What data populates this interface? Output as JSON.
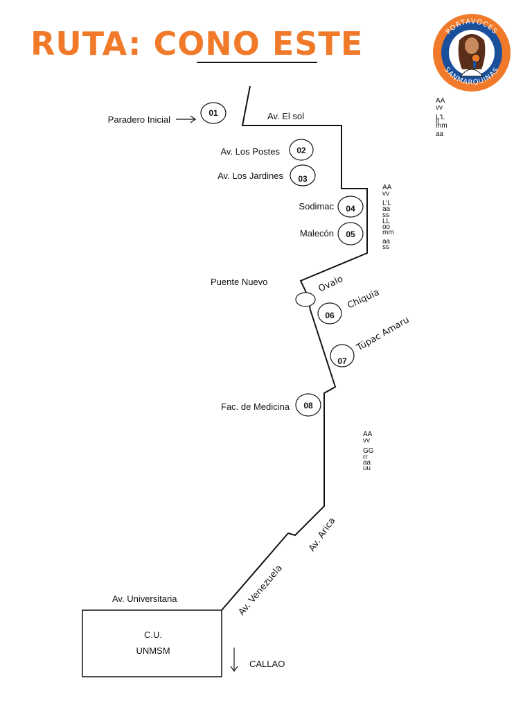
{
  "title": "RUTA: CONO ESTE",
  "logo": {
    "top_text": "PORTAVOCES",
    "bottom_text": "SANMARQUINAS",
    "ring_color": "#f07a2a",
    "inner_color": "#1a4f9c"
  },
  "colors": {
    "title": "#f07a2a",
    "line": "#111111"
  },
  "stops": [
    {
      "number": "01",
      "label": "Paradero Inicial"
    },
    {
      "number": "02",
      "label": "Av. Los Postes"
    },
    {
      "number": "03",
      "label": "Av. Los Jardines"
    },
    {
      "number": "04",
      "label": "Sodimac"
    },
    {
      "number": "05",
      "label": "Malecón"
    },
    {
      "number": "06",
      "label": "Chiquia"
    },
    {
      "number": "07",
      "label": "Túpac Amaru"
    },
    {
      "number": "08",
      "label": "Fac. de Medicina"
    }
  ],
  "street_labels": {
    "el_sol": "Av. El sol",
    "puente_nuevo": "Puente Nuevo",
    "ovalo": "Ovalo",
    "arica": "Av. Arica",
    "venezuela": "Av. Venezuela",
    "universitaria": "Av. Universitaria",
    "callao": "CALLAO"
  },
  "destination": {
    "line1": "C.U.",
    "line2": "UNMSM"
  },
  "vertical_glyphs": {
    "g1": [
      "AA",
      "vv",
      "L'L",
      "ll",
      "mm",
      "aa"
    ],
    "g2": [
      "AA",
      "vv",
      "L'L",
      "aa",
      "ss",
      "LL",
      "oo",
      "mm",
      "aa",
      "ss"
    ],
    "g3": [
      "AA",
      "vv",
      "GG",
      "rr",
      "aa",
      "uu"
    ]
  }
}
